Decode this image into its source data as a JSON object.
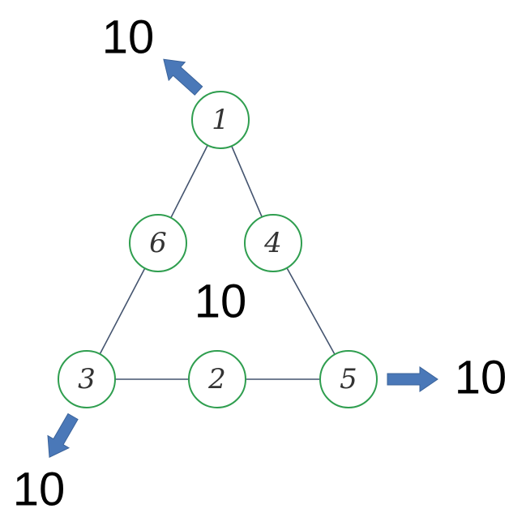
{
  "nodes": [
    {
      "id": "1",
      "label": "1"
    },
    {
      "id": "6",
      "label": "6"
    },
    {
      "id": "4",
      "label": "4"
    },
    {
      "id": "3",
      "label": "3"
    },
    {
      "id": "2",
      "label": "2"
    },
    {
      "id": "5",
      "label": "5"
    }
  ],
  "edges": [
    [
      "1",
      "6"
    ],
    [
      "6",
      "3"
    ],
    [
      "1",
      "4"
    ],
    [
      "4",
      "5"
    ],
    [
      "3",
      "2"
    ],
    [
      "2",
      "5"
    ]
  ],
  "sums": {
    "top": "10",
    "center": "10",
    "right": "10",
    "bottom_left": "10"
  },
  "colors": {
    "node_stroke": "#2f9e4f",
    "edge": "#44546f",
    "arrow": "#4a78b8"
  }
}
